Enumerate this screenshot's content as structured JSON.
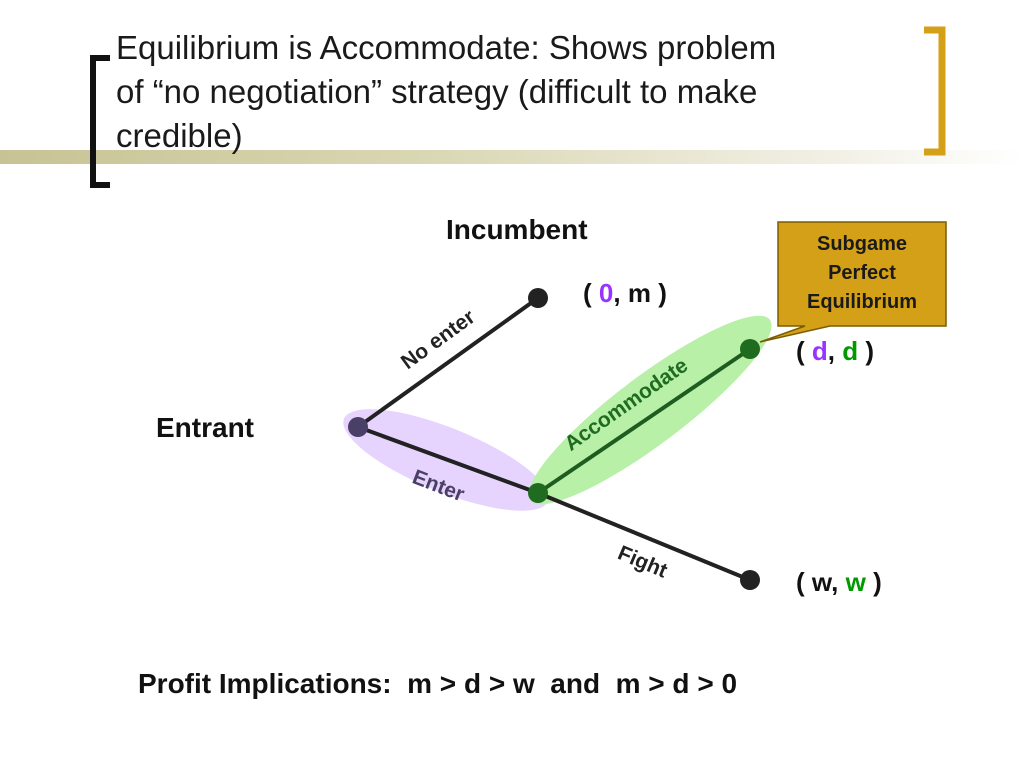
{
  "slide": {
    "title_lines": [
      "Equilibrium is Accommodate: Shows problem",
      "of “no negotiation” strategy (difficult to make",
      "credible)"
    ]
  },
  "tree": {
    "incumbent_label": "Incumbent",
    "entrant_label": "Entrant",
    "branches": {
      "no_enter": "No enter",
      "enter": "Enter",
      "accommodate": "Accommodate",
      "fight": "Fight"
    },
    "payoffs": {
      "no_enter": {
        "open": "(",
        "first": "0",
        "sep": ",",
        "second": "m",
        "close": ")"
      },
      "accommodate": {
        "open": "(",
        "first": "d",
        "sep": ",",
        "second": "d",
        "close": ")"
      },
      "fight": {
        "open": "(",
        "first": "w",
        "sep": ",",
        "second": "w",
        "close": ")"
      }
    }
  },
  "callout": {
    "lines": [
      "Subgame",
      "Perfect",
      "Equilibrium"
    ]
  },
  "footer": {
    "profit_implications": "Profit Implications:  m > d > w  and  m > d > 0"
  },
  "colors": {
    "bracket": "#d4a017",
    "stripe": "#c7c394",
    "highlight_enter": "#e6d4ff",
    "highlight_accommodate": "#b8f0a8",
    "callout_fill": "#d4a017",
    "callout_border": "#7a5c00",
    "accent_purple": "#9933ff",
    "accent_green": "#009900",
    "edge": "#222222",
    "node_entrant": "#4a3f66",
    "node_green": "#1f6b1f"
  }
}
